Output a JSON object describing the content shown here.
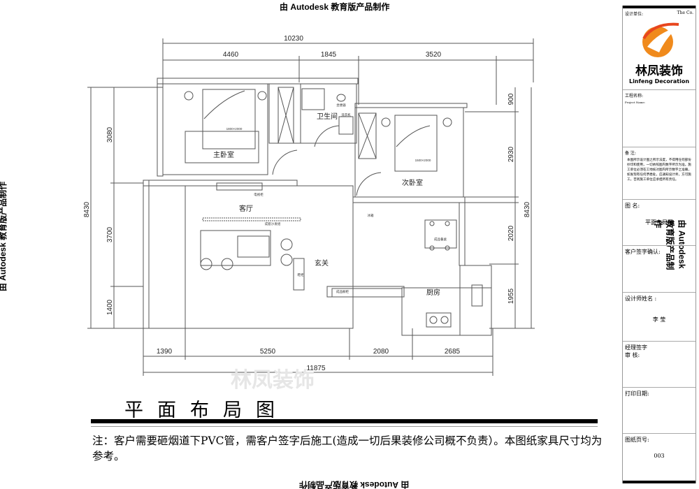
{
  "watermark": {
    "top": "由 Autodesk 教育版产品制作",
    "left": "由 Autodesk 教育版产品制作",
    "right": "由 Autodesk 教育版产品制作",
    "bottom": "由 Autodesk 教育版产品制作"
  },
  "dimensions": {
    "top_total": "10230",
    "top": [
      "4460",
      "1845",
      "3520"
    ],
    "left_total": "8430",
    "left": [
      "3080",
      "3700",
      "1400"
    ],
    "right_total": "8430",
    "right": [
      "900",
      "2930",
      "2020",
      "1955"
    ],
    "bottom_total": "11875",
    "bottom": [
      "1390",
      "5250",
      "2080",
      "2685"
    ]
  },
  "rooms": {
    "master": "主卧室",
    "bath": "卫生间",
    "second": "次卧室",
    "living": "客厅",
    "entry": "玄关",
    "kitchen": "厨房"
  },
  "furniture": {
    "master_bed": "1800×2000",
    "second_bed": "1500×2000",
    "tv": "电视柜",
    "shoe": "鞋柜",
    "fridge": "冰箱",
    "toilet": "坐便器",
    "washer": "洗衣机",
    "sofa_bg": "成套沙发组",
    "dining": "成品餐桌",
    "kitchen_cab": "成品橱柜"
  },
  "watermark_logo": "林凤装饰",
  "drawing_title": "平面布局图",
  "note": "注：客户需要砸烟道下PVC管，需客户签字后施工(造成一切后果装修公司概不负责）。本图纸家具尺寸均为参考。",
  "title_block": {
    "company_label": "设计单位:",
    "company_en": "The  Co.",
    "logo_cn": "林凤装饰",
    "logo_en": "Linfeng Decoration",
    "project_label": "工程名称:",
    "project_label_en": "Project Name:",
    "notes_label": "备  注:",
    "notes_text": "本图所示设计图之所示法度，不得用任何部份抄印和使用，一切依照图内数字所示为准。施工单位必须在工地核对图内所示数字之准确，如发现有任何矛盾处，应通知设计师，方可施工。否则施工单位应承担所有责任。",
    "drawing_name_label": "图  名:",
    "drawing_name": "平面布局图",
    "client_sign_label": "客户签字确认:",
    "designer_label": "设计师姓名 :",
    "designer": "李  莹",
    "manager_label": "经理签字",
    "review_label": "审    核:",
    "print_date_label": "打印日期:",
    "page_label": "图纸页号:",
    "page": "003"
  },
  "colors": {
    "logo_orange": "#f08a1c",
    "logo_red": "#e8461e",
    "line": "#555555"
  }
}
